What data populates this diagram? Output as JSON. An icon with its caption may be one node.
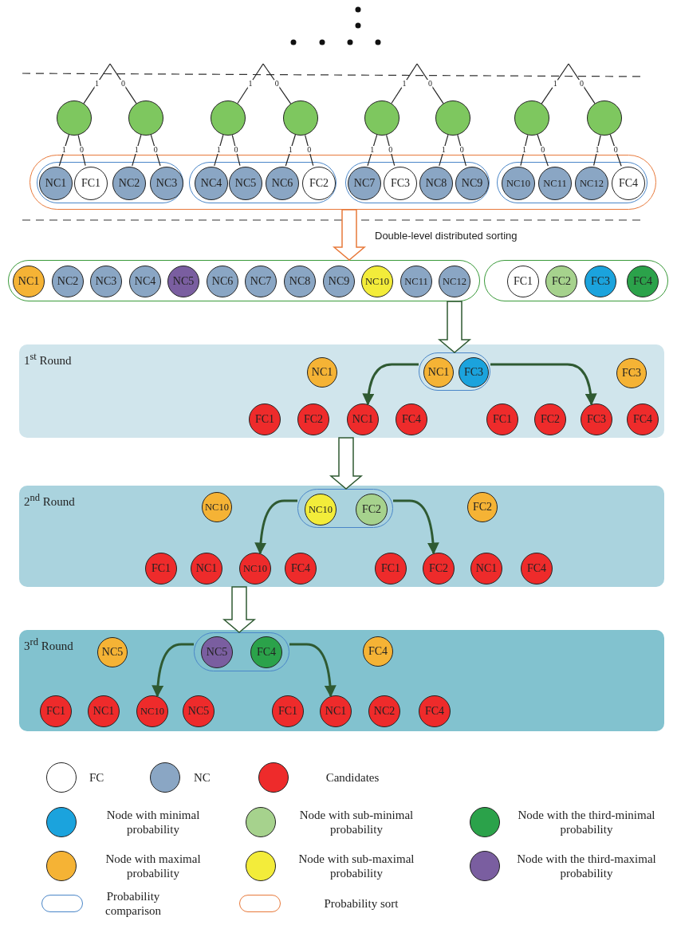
{
  "diagram": {
    "nodes": [
      {
        "text": [],
        "shape": "box"
      },
      {
        "text": [],
        "shape": "box",
        "in": 0
      },
      {
        "text": [],
        "shape": "box",
        "in": 0
      },
      {
        "text": [],
        "shape": "box",
        "in": 0
      },
      {
        "text": [],
        "shape": "box",
        "in": 0
      },
      {
        "text": [
          "NC1"
        ],
        "in": 1
      },
      {
        "text": [
          "FC1"
        ],
        "in": 1
      },
      {
        "text": [
          "NC2"
        ],
        "in": 1
      },
      {
        "text": [
          "NC3"
        ],
        "in": 1
      },
      {
        "text": [
          "NC4"
        ],
        "in": 2
      },
      {
        "text": [
          "NC5"
        ],
        "in": 2
      },
      {
        "text": [
          "NC6"
        ],
        "in": 2
      },
      {
        "text": [
          "FC2"
        ],
        "in": 2
      },
      {
        "text": [
          "NC7"
        ],
        "in": 3
      },
      {
        "text": [
          "FC3"
        ],
        "in": 3
      },
      {
        "text": [
          "NC8"
        ],
        "in": 3
      },
      {
        "text": [
          "NC9"
        ],
        "in": 3
      },
      {
        "text": [
          "NC10"
        ],
        "in": 4
      },
      {
        "text": [
          "NC11"
        ],
        "in": 4
      },
      {
        "text": [
          "NC12"
        ],
        "in": 4
      },
      {
        "text": [
          "FC4"
        ],
        "in": 4
      },
      {
        "text": [],
        "shape": "circle"
      },
      {
        "text": [],
        "shape": "circle"
      },
      {
        "text": [],
        "shape": "circle"
      },
      {
        "text": [],
        "shape": "circle"
      },
      {
        "text": [],
        "shape": "circle"
      },
      {
        "text": [],
        "shape": "circle"
      },
      {
        "text": [],
        "shape": "circle"
      },
      {
        "text": [],
        "shape": "circle"
      },
      {
        "text": [],
        "shape": "box"
      },
      {
        "text": [],
        "shape": "box"
      },
      {
        "text": [
          "NC1"
        ],
        "in": 29
      },
      {
        "text": [
          "NC2"
        ],
        "in": 29
      },
      {
        "text": [
          "NC3"
        ],
        "in": 29
      },
      {
        "text": [
          "NC4"
        ],
        "in": 29
      },
      {
        "text": [
          "NC5"
        ],
        "in": 29
      },
      {
        "text": [
          "NC6"
        ],
        "in": 29
      },
      {
        "text": [
          "NC7"
        ],
        "in": 29
      },
      {
        "text": [
          "NC8"
        ],
        "in": 29
      },
      {
        "text": [
          "NC9"
        ],
        "in": 29
      },
      {
        "text": [
          "NC10"
        ],
        "in": 29
      },
      {
        "text": [
          "NC11"
        ],
        "in": 29
      },
      {
        "text": [
          "NC12"
        ],
        "in": 29
      },
      {
        "text": [
          "FC1"
        ],
        "in": 30
      },
      {
        "text": [
          "FC2"
        ],
        "in": 30
      },
      {
        "text": [
          "FC3"
        ],
        "in": 30
      },
      {
        "text": [
          "FC4"
        ],
        "in": 30
      },
      {
        "text": [
          "1$^{st}$ Round"
        ]
      },
      {
        "text": [],
        "shape": "box",
        "in": 47
      },
      {
        "text": [
          "NC1"
        ],
        "in": 48
      },
      {
        "text": [
          "FC3"
        ],
        "in": 48
      },
      {
        "text": [
          "NC1"
        ],
        "in": 47
      },
      {
        "text": [
          "FC3"
        ],
        "in": 47
      },
      {
        "text": [
          "FC1"
        ],
        "in": 47
      },
      {
        "text": [
          "FC2"
        ],
        "in": 47
      },
      {
        "text": [
          "NC1"
        ],
        "in": 47
      },
      {
        "text": [
          "FC4"
        ],
        "in": 47
      },
      {
        "text": [
          "FC1"
        ],
        "in": 47
      },
      {
        "text": [
          "FC2"
        ],
        "in": 47
      },
      {
        "text": [
          "FC3"
        ],
        "in": 47
      },
      {
        "text": [
          "FC4"
        ],
        "in": 47
      },
      {
        "text": [
          "2$^{nd}$ Round"
        ]
      },
      {
        "text": [],
        "shape": "box",
        "in": 61
      },
      {
        "text": [
          "NC10"
        ],
        "in": 62
      },
      {
        "text": [
          "FC2"
        ],
        "in": 62
      },
      {
        "text": [
          "NC10"
        ],
        "in": 61
      },
      {
        "text": [
          "FC2"
        ],
        "in": 61
      },
      {
        "text": [
          "FC1"
        ],
        "in": 61
      },
      {
        "text": [
          "NC1"
        ],
        "in": 61
      },
      {
        "text": [
          "NC10"
        ],
        "in": 61
      },
      {
        "text": [
          "FC4"
        ],
        "in": 61
      },
      {
        "text": [
          "FC1"
        ],
        "in": 61
      },
      {
        "text": [
          "FC2"
        ],
        "in": 61
      },
      {
        "text": [
          "NC1"
        ],
        "in": 61
      },
      {
        "text": [
          "FC4"
        ],
        "in": 61
      },
      {
        "text": [
          "3$^{rd}$ Round"
        ]
      },
      {
        "text": [],
        "shape": "box",
        "in": 75
      },
      {
        "text": [
          "NC5"
        ],
        "in": 76
      },
      {
        "text": [
          "FC4"
        ],
        "in": 76
      },
      {
        "text": [
          "NC5"
        ],
        "in": 75
      },
      {
        "text": [
          "FC4"
        ],
        "in": 75
      },
      {
        "text": [
          "FC1"
        ],
        "in": 75
      },
      {
        "text": [
          "NC1"
        ],
        "in": 75
      },
      {
        "text": [
          "NC10"
        ],
        "in": 75
      },
      {
        "text": [
          "NC5"
        ],
        "in": 75
      },
      {
        "text": [
          "FC1"
        ],
        "in": 75
      },
      {
        "text": [
          "NC1"
        ],
        "in": 75
      },
      {
        "text": [
          "NC2"
        ],
        "in": 75
      },
      {
        "text": [
          "FC4"
        ],
        "in": 75
      }
    ],
    "edges": [
      {
        "from": null,
        "to": 21,
        "arrow": "none",
        "label": "1"
      },
      {
        "from": null,
        "to": 22,
        "arrow": "none",
        "label": "0"
      },
      {
        "from": 21,
        "to": 5,
        "arrow": "none",
        "label": "1"
      },
      {
        "from": 21,
        "to": 6,
        "arrow": "none",
        "label": "0"
      },
      {
        "from": 22,
        "to": 7,
        "arrow": "none",
        "label": "1"
      },
      {
        "from": 22,
        "to": 8,
        "arrow": "none",
        "label": "0"
      },
      {
        "from": null,
        "to": 23,
        "arrow": "none",
        "label": "1"
      },
      {
        "from": null,
        "to": 24,
        "arrow": "none",
        "label": "0"
      },
      {
        "from": 23,
        "to": 9,
        "arrow": "none",
        "label": "1"
      },
      {
        "from": 23,
        "to": 10,
        "arrow": "none",
        "label": "0"
      },
      {
        "from": 24,
        "to": 11,
        "arrow": "none",
        "label": "1"
      },
      {
        "from": 24,
        "to": 12,
        "arrow": "none",
        "label": "0"
      },
      {
        "from": null,
        "to": 25,
        "arrow": "none",
        "label": "1"
      },
      {
        "from": null,
        "to": 26,
        "arrow": "none",
        "label": "0"
      },
      {
        "from": 25,
        "to": 13,
        "arrow": "none",
        "label": "1"
      },
      {
        "from": 25,
        "to": 14,
        "arrow": "none",
        "label": "0"
      },
      {
        "from": 26,
        "to": 15,
        "arrow": "none",
        "label": "1"
      },
      {
        "from": 26,
        "to": 16,
        "arrow": "none",
        "label": "0"
      },
      {
        "from": null,
        "to": 27,
        "arrow": "none",
        "label": "1"
      },
      {
        "from": null,
        "to": 28,
        "arrow": "none",
        "label": "0"
      },
      {
        "from": 27,
        "to": 17,
        "arrow": "none",
        "label": "1"
      },
      {
        "from": 27,
        "to": 18,
        "arrow": "none",
        "label": "0"
      },
      {
        "from": 28,
        "to": 19,
        "arrow": "none",
        "label": "1"
      },
      {
        "from": 28,
        "to": 20,
        "arrow": "none",
        "label": "0"
      },
      {
        "from": 0,
        "to": 29,
        "arrow": "to",
        "label": "Double-level distributed sorting",
        "style": "thick",
        "color": "#e8793a"
      },
      {
        "from": 29,
        "to": 48,
        "arrow": "to",
        "style": "thick",
        "color": "#2f5a32"
      },
      {
        "from": 48,
        "to": 55,
        "arrow": "to",
        "style": "thick",
        "color": "#2f5a32"
      },
      {
        "from": 48,
        "to": 59,
        "arrow": "to",
        "style": "thick",
        "color": "#2f5a32"
      },
      {
        "from": 47,
        "to": 62,
        "arrow": "to",
        "style": "thick",
        "color": "#2f5a32"
      },
      {
        "from": 62,
        "to": 69,
        "arrow": "to",
        "style": "thick",
        "color": "#2f5a32"
      },
      {
        "from": 62,
        "to": 72,
        "arrow": "to",
        "style": "thick",
        "color": "#2f5a32"
      },
      {
        "from": 61,
        "to": 76,
        "arrow": "to",
        "style": "thick",
        "color": "#2f5a32"
      },
      {
        "from": 76,
        "to": 83,
        "arrow": "to",
        "style": "thick",
        "color": "#2f5a32"
      },
      {
        "from": 76,
        "to": 86,
        "arrow": "to",
        "style": "thick",
        "color": "#2f5a32"
      }
    ],
    "legend": [
      {
        "text": "FC",
        "color": "#ffffff"
      },
      {
        "text": "NC",
        "color": "#8aa6c4"
      },
      {
        "text": "Candidates",
        "color": "#ee2b2b"
      },
      {
        "text": "Node with minimal probability",
        "color": "#1ba3dd"
      },
      {
        "text": "Node with sub-minimal probability",
        "color": "#a6d28d"
      },
      {
        "text": "Node with the third-minimal probability",
        "color": "#2ba24a"
      },
      {
        "text": "Node with maximal probability",
        "color": "#f5b335"
      },
      {
        "text": "Node with sub-maximal probability",
        "color": "#f3ec3a"
      },
      {
        "text": "Node with the third-maximal probability",
        "color": "#7a5ea0"
      },
      {
        "text": "Probability comparison"
      },
      {
        "text": "Probability sort"
      }
    ]
  }
}
